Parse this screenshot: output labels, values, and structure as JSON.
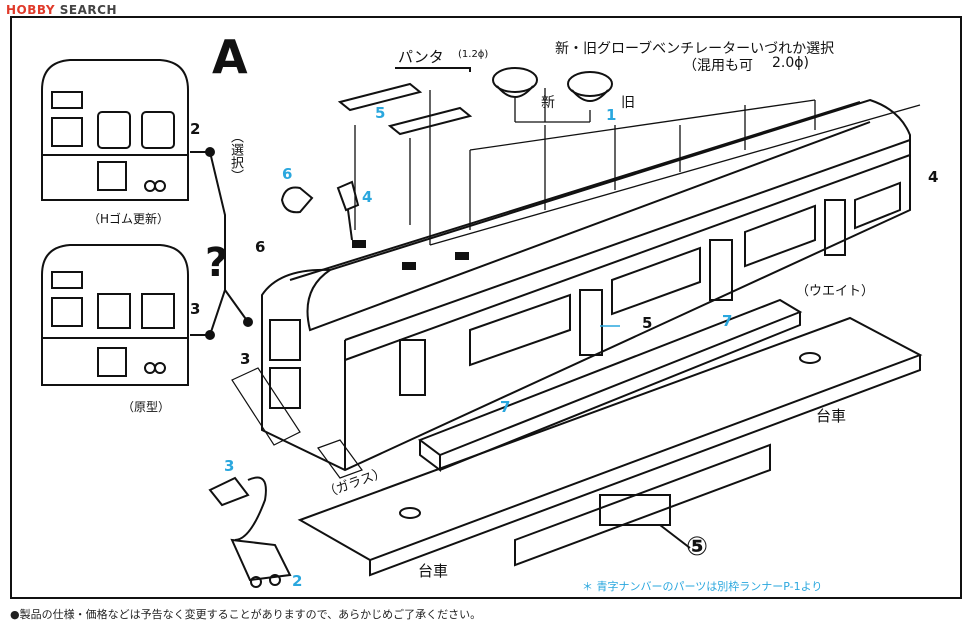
{
  "watermark": {
    "brand_main": "HOBBY",
    "brand_sub": "SEARCH"
  },
  "heading_letter": "A",
  "labels": {
    "pantograph": "パンタ",
    "pantograph_size": "(1.2ϕ)",
    "ventilator_line1": "新・旧グローブベンチレーターいづれか選択",
    "ventilator_line2": "（混用も可",
    "ventilator_size": "2.0ϕ)",
    "new": "新",
    "old": "旧",
    "select": "（選択）",
    "h_rubber": "（Hゴム更新）",
    "original": "（原型）",
    "weight": "（ウエイト）",
    "bogie_right": "台車",
    "bogie_bottom": "台車",
    "glass": "（ガラス）",
    "question": "?"
  },
  "part_numbers": {
    "n1": "1",
    "n2_top": "2",
    "n3_top": "3",
    "n4": "4",
    "n5_blue": "5",
    "n5_body": "5",
    "n5_circled": "⑤",
    "n6_blue": "6",
    "n6_black": "6",
    "n3_body": "3",
    "n3_blue": "3",
    "n2_blue": "2",
    "n7_a": "7",
    "n7_b": "7"
  },
  "note_text": "＊ 青字ナンバーのパーツは別枠ランナーP-1より",
  "footer_text": "●製品の仕様・価格などは予告なく変更することがありますので、あらかじめご了承ください。",
  "colors": {
    "blue_parts": "#2aa7de",
    "logo_red": "#e03a2a"
  }
}
